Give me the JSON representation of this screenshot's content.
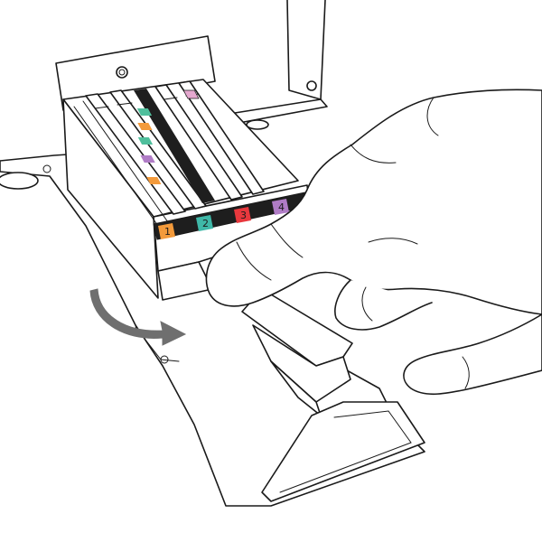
{
  "slots": [
    {
      "label": "1",
      "color": "#f39a3b"
    },
    {
      "label": "2",
      "color": "#3fb8a8"
    },
    {
      "label": "3",
      "color": "#e8383d"
    },
    {
      "label": "4",
      "color": "#b07cc6"
    }
  ],
  "colors": {
    "line": "#1a1a1a",
    "label_strip": "#1e1e1e",
    "arrow": "#6f6f6f",
    "background": "#ffffff"
  },
  "icons": {
    "rotate_arrow": "curved-arrow-icon",
    "hand": "hand-icon"
  }
}
